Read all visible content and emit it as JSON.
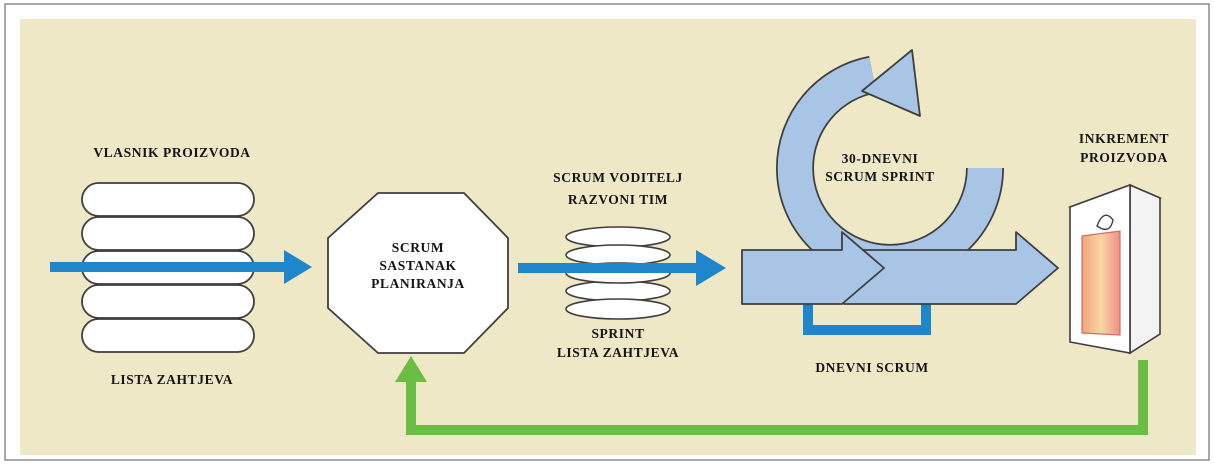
{
  "colors": {
    "background": "#efe8c6",
    "blue_arrow": "#1f86cc",
    "light_blue_arrow": "#a9c5e6",
    "green_arrow": "#6bbd45",
    "outline": "#3e3e3e"
  },
  "labels": {
    "product_owner": "VLASNIK PROIZVODA",
    "product_backlog": "LISTA ZAHTJEVA",
    "planning_line1": "SCRUM",
    "planning_line2": "SASTANAK",
    "planning_line3": "PLANIRANJA",
    "scrum_master": "SCRUM VODITELJ",
    "dev_team": "RAZVONI TIM",
    "sprint_backlog_line1": "SPRINT",
    "sprint_backlog_line2": "LISTA ZAHTJEVA",
    "sprint_line1": "30-DNEVNI",
    "sprint_line2": "SCRUM SPRINT",
    "daily_scrum": "DNEVNI SCRUM",
    "increment_line1": "INKREMENT",
    "increment_line2": "PROIZVODA"
  },
  "icons": {
    "backlog": "stacked-cards-icon",
    "planning": "octagon-icon",
    "sprint_backlog": "stacked-discs-icon",
    "cycle": "circular-arrow-icon",
    "increment": "product-box-icon"
  }
}
